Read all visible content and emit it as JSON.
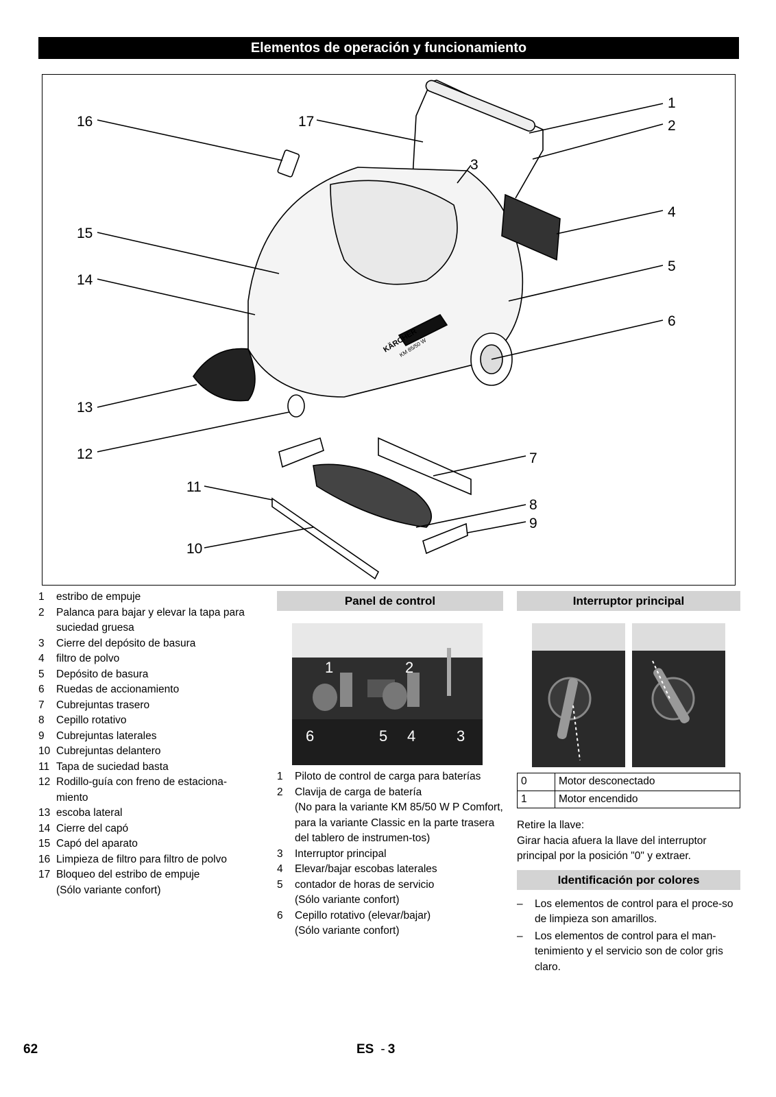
{
  "page": {
    "title": "Elementos de operación y funcionamiento",
    "page_number": "62",
    "lang": "ES",
    "separator": "-",
    "sub_page": "3"
  },
  "figure": {
    "callouts": [
      "1",
      "2",
      "3",
      "4",
      "5",
      "6",
      "7",
      "8",
      "9",
      "10",
      "11",
      "12",
      "13",
      "14",
      "15",
      "16",
      "17"
    ],
    "logo_text": "KÄRCHER",
    "model_text": "KM 85/50 W"
  },
  "parts_list": [
    {
      "num": "1",
      "text": "estribo de empuje"
    },
    {
      "num": "2",
      "text": "Palanca para bajar y elevar la tapa para suciedad gruesa"
    },
    {
      "num": "3",
      "text": "Cierre del depósito de basura"
    },
    {
      "num": "4",
      "text": "filtro de polvo"
    },
    {
      "num": "5",
      "text": "Depósito de basura"
    },
    {
      "num": "6",
      "text": "Ruedas de accionamiento"
    },
    {
      "num": "7",
      "text": "Cubrejuntas trasero"
    },
    {
      "num": "8",
      "text": "Cepillo rotativo"
    },
    {
      "num": "9",
      "text": "Cubrejuntas laterales"
    },
    {
      "num": "10",
      "text": "Cubrejuntas delantero"
    },
    {
      "num": "11",
      "text": "Tapa de suciedad basta"
    },
    {
      "num": "12",
      "text": "Rodillo-guía con freno de estaciona-miento"
    },
    {
      "num": "13",
      "text": "escoba lateral"
    },
    {
      "num": "14",
      "text": "Cierre del capó"
    },
    {
      "num": "15",
      "text": "Capó del aparato"
    },
    {
      "num": "16",
      "text": "Limpieza de filtro para filtro de polvo"
    },
    {
      "num": "17",
      "text": "Bloqueo del estribo de empuje"
    }
  ],
  "parts_list_note": "(Sólo variante confort)",
  "control_panel": {
    "heading": "Panel de control",
    "photo_labels": [
      "1",
      "2",
      "6",
      "5",
      "4",
      "3"
    ],
    "items": [
      {
        "num": "1",
        "text": "Piloto de control de carga para baterías"
      },
      {
        "num": "2",
        "text": "Clavija de carga de batería"
      },
      {
        "num": "",
        "text": "(No para la variante KM 85/50 W P Comfort, para la variante Classic en la parte trasera del tablero de instrumen-tos)"
      },
      {
        "num": "3",
        "text": "Interruptor principal"
      },
      {
        "num": "4",
        "text": "Elevar/bajar escobas laterales"
      },
      {
        "num": "5",
        "text": "contador de horas de servicio"
      },
      {
        "num": "",
        "text": "(Sólo variante confort)"
      },
      {
        "num": "6",
        "text": "Cepillo rotativo (elevar/bajar)"
      },
      {
        "num": "",
        "text": "(Sólo variante confort)"
      }
    ]
  },
  "main_switch": {
    "heading": "Interruptor principal",
    "states": [
      {
        "value": "0",
        "label": "Motor desconectado"
      },
      {
        "value": "1",
        "label": "Motor encendido"
      }
    ],
    "remove_key": "Retire la llave:",
    "instructions": "Girar hacia afuera la llave del interruptor principal por la posición \"0\" y extraer."
  },
  "color_id": {
    "heading": "Identificación por colores",
    "dash": "–",
    "items": [
      "Los elementos de control para el proce-so de limpieza son amarillos.",
      "Los elementos de control para el man-tenimiento y el servicio son de color gris claro."
    ]
  }
}
